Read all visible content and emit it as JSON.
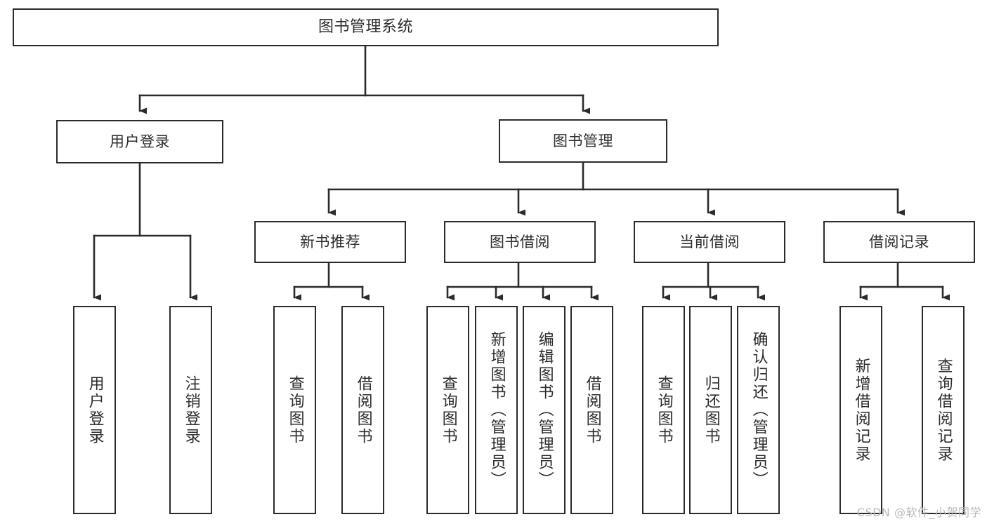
{
  "diagram": {
    "title": "图书管理系统",
    "type": "tree-hierarchy",
    "watermark": "CSDN @软件_小贺同学",
    "colors": {
      "background": "#ffffff",
      "box_border": "#2b2b2b",
      "box_fill": "#ffffff",
      "text": "#2d2d2d",
      "edge": "#2b2b2b",
      "watermark": "#b9b9b9"
    },
    "nodes": {
      "root": {
        "id": "root",
        "label": "图书管理系统",
        "level": 0,
        "orientation": "horizontal"
      },
      "level1": [
        {
          "id": "user-login",
          "label": "用户登录",
          "level": 1,
          "orientation": "horizontal"
        },
        {
          "id": "book-manage",
          "label": "图书管理",
          "level": 1,
          "orientation": "horizontal"
        }
      ],
      "level2": [
        {
          "id": "new-book-recommend",
          "label": "新书推荐",
          "level": 2,
          "orientation": "horizontal",
          "parent": "book-manage"
        },
        {
          "id": "book-borrow",
          "label": "图书借阅",
          "level": 2,
          "orientation": "horizontal",
          "parent": "book-manage"
        },
        {
          "id": "current-borrow",
          "label": "当前借阅",
          "level": 2,
          "orientation": "horizontal",
          "parent": "book-manage"
        },
        {
          "id": "borrow-record",
          "label": "借阅记录",
          "level": 2,
          "orientation": "horizontal",
          "parent": "book-manage"
        }
      ],
      "leaves": [
        {
          "id": "leaf-user-login",
          "label": "用户登录",
          "parent": "user-login",
          "orientation": "vertical"
        },
        {
          "id": "leaf-user-logout",
          "label": "注销登录",
          "parent": "user-login",
          "orientation": "vertical"
        },
        {
          "id": "leaf-query-book-1",
          "label": "查询图书",
          "parent": "new-book-recommend",
          "orientation": "vertical"
        },
        {
          "id": "leaf-borrow-book-1",
          "label": "借阅图书",
          "parent": "new-book-recommend",
          "orientation": "vertical"
        },
        {
          "id": "leaf-query-book-2",
          "label": "查询图书",
          "parent": "book-borrow",
          "orientation": "vertical"
        },
        {
          "id": "leaf-add-book",
          "label": "新增图书（管理员）",
          "parent": "book-borrow",
          "orientation": "vertical"
        },
        {
          "id": "leaf-edit-book",
          "label": "编辑图书（管理员）",
          "parent": "book-borrow",
          "orientation": "vertical"
        },
        {
          "id": "leaf-borrow-book-2",
          "label": "借阅图书",
          "parent": "book-borrow",
          "orientation": "vertical"
        },
        {
          "id": "leaf-query-book-3",
          "label": "查询图书",
          "parent": "current-borrow",
          "orientation": "vertical"
        },
        {
          "id": "leaf-return-book",
          "label": "归还图书",
          "parent": "current-borrow",
          "orientation": "vertical"
        },
        {
          "id": "leaf-confirm-return",
          "label": "确认归还（管理员）",
          "parent": "current-borrow",
          "orientation": "vertical"
        },
        {
          "id": "leaf-add-record",
          "label": "新增借阅记录",
          "parent": "borrow-record",
          "orientation": "vertical"
        },
        {
          "id": "leaf-query-record",
          "label": "查询借阅记录",
          "parent": "borrow-record",
          "orientation": "vertical"
        }
      ]
    }
  }
}
